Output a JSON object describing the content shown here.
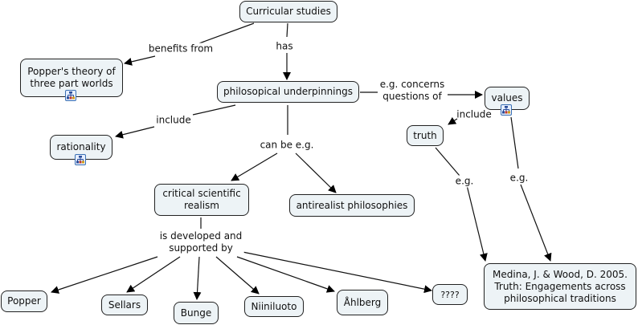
{
  "concepts": {
    "curricular": "Curricular studies",
    "popper_theory": "Popper's theory of\nthree part worlds",
    "philosophical": "philosopical underpinnings",
    "rationality": "rationality",
    "values": "values",
    "truth": "truth",
    "critical": "critical scientific\nrealism",
    "antirealist": "antirealist philosophies",
    "medina": "Medina, J. & Wood, D. 2005.\nTruth: Engagements across\nphilosophical traditions",
    "popper": "Popper",
    "sellars": "Sellars",
    "bunge": "Bunge",
    "niiniluoto": "Niiniluoto",
    "ahlberg": "Åhlberg",
    "unknown": "????"
  },
  "links": {
    "benefits_from": "benefits from",
    "has": "has",
    "include1": "include",
    "can_be": "can be e.g.",
    "concerns": "e.g. concerns\nquestions of",
    "include2": "include",
    "eg1": "e.g.",
    "eg2": "e.g.",
    "developed": "is developed and\nsupported by"
  },
  "icons": {
    "submap": "concept-map-submap-icon"
  }
}
